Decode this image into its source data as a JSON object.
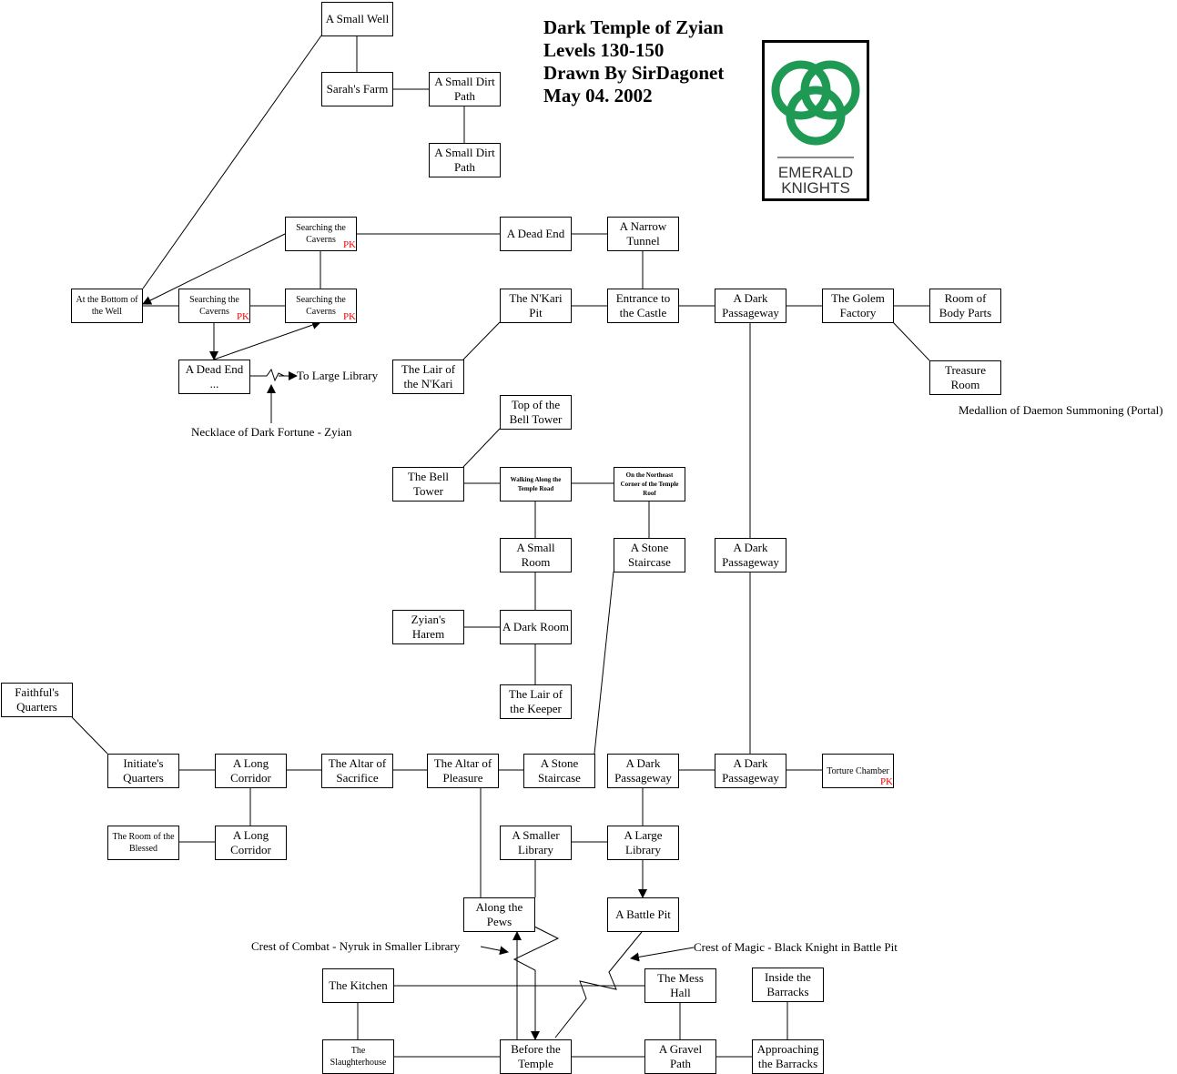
{
  "title": [
    "Dark Temple of Zyian",
    "Levels 130-150",
    "Drawn By SirDagonet",
    "May 04. 2002"
  ],
  "logo": {
    "text": [
      "EMERALD",
      "KNIGHTS"
    ],
    "color": "#1f9a54"
  },
  "pk_label": "PK",
  "pk_color": "#ff0000",
  "rooms": [
    {
      "id": "r0",
      "label": "A Small Well"
    },
    {
      "id": "r1",
      "label": "Sarah's Farm"
    },
    {
      "id": "r2",
      "label": "A Small Dirt Path"
    },
    {
      "id": "r3",
      "label": "A Small Dirt Path"
    },
    {
      "id": "r4",
      "label": "Searching the Caverns",
      "pk": true
    },
    {
      "id": "r5",
      "label": "A Dead End"
    },
    {
      "id": "r6",
      "label": "A Narrow Tunnel"
    },
    {
      "id": "r7",
      "label": "At the Bottom of the Well"
    },
    {
      "id": "r8",
      "label": "Searching the Caverns",
      "pk": true
    },
    {
      "id": "r9",
      "label": "Searching the Caverns",
      "pk": true
    },
    {
      "id": "r10",
      "label": "The N'Kari Pit"
    },
    {
      "id": "r11",
      "label": "Entrance to the Castle"
    },
    {
      "id": "r12",
      "label": "A Dark Passageway"
    },
    {
      "id": "r13",
      "label": "The Golem Factory"
    },
    {
      "id": "r14",
      "label": "Room of Body Parts"
    },
    {
      "id": "r15",
      "label": "A Dead End ..."
    },
    {
      "id": "r16",
      "label": "The Lair of the N'Kari"
    },
    {
      "id": "r17",
      "label": "Treasure Room"
    },
    {
      "id": "r18",
      "label": "Top of the Bell Tower"
    },
    {
      "id": "r19",
      "label": "The Bell Tower"
    },
    {
      "id": "r20",
      "label": "Walking Along the Temple Road"
    },
    {
      "id": "r21",
      "label": "On the Northeast Corner of the Temple Roof"
    },
    {
      "id": "r22",
      "label": "A Small Room"
    },
    {
      "id": "r23",
      "label": "A Stone Staircase"
    },
    {
      "id": "r24",
      "label": "A Dark Passageway"
    },
    {
      "id": "r25",
      "label": "Zyian's Harem"
    },
    {
      "id": "r26",
      "label": "A Dark Room"
    },
    {
      "id": "r27",
      "label": "The Lair of the Keeper"
    },
    {
      "id": "r28",
      "label": "Faithful's Quarters"
    },
    {
      "id": "r29",
      "label": "Initiate's Quarters"
    },
    {
      "id": "r30",
      "label": "A Long Corridor"
    },
    {
      "id": "r31",
      "label": "The Altar of Sacrifice"
    },
    {
      "id": "r32",
      "label": "The Altar of Pleasure"
    },
    {
      "id": "r33",
      "label": "A Stone Staircase"
    },
    {
      "id": "r34",
      "label": "A Dark Passageway"
    },
    {
      "id": "r35",
      "label": "A Dark Passageway"
    },
    {
      "id": "r36",
      "label": "Torture Chamber",
      "pk": true
    },
    {
      "id": "r37",
      "label": "The Room of the Blessed"
    },
    {
      "id": "r38",
      "label": "A Long Corridor"
    },
    {
      "id": "r39",
      "label": "A Smaller Library"
    },
    {
      "id": "r40",
      "label": "A Large Library"
    },
    {
      "id": "r41",
      "label": "Along the Pews"
    },
    {
      "id": "r42",
      "label": "A Battle Pit"
    },
    {
      "id": "r43",
      "label": "The Kitchen"
    },
    {
      "id": "r44",
      "label": "The Mess Hall"
    },
    {
      "id": "r45",
      "label": "Inside the Barracks"
    },
    {
      "id": "r46",
      "label": "The Slaughterhouse"
    },
    {
      "id": "r47",
      "label": "Before the Temple"
    },
    {
      "id": "r48",
      "label": "A Gravel Path"
    },
    {
      "id": "r49",
      "label": "Approaching the Barracks"
    }
  ],
  "annotations": {
    "to_large_library": "To Large Library",
    "necklace": "Necklace of Dark Fortune - Zyian",
    "medallion": "Medallion of Daemon Summoning (Portal)",
    "crest_combat": "Crest of Combat - Nyruk  in Smaller Library",
    "crest_magic": "Crest of Magic - Black Knight in Battle Pit"
  }
}
